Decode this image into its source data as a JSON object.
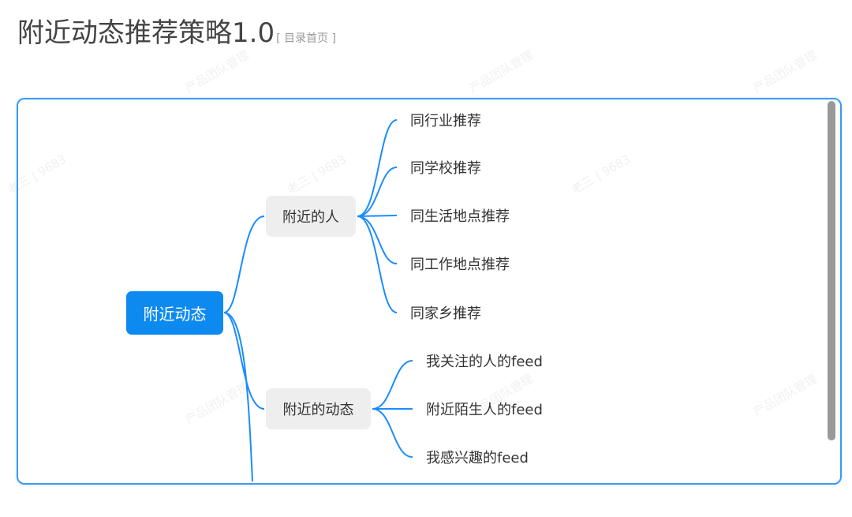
{
  "title": "附近动态推荐策略1.0",
  "toc_link": "[ 目录首页 ]",
  "watermarks": {
    "a": "产品团队管理",
    "b": "老三 | 9683"
  },
  "mindmap": {
    "root": "附近动态",
    "branches": [
      {
        "label": "附近的人",
        "children": [
          "同行业推荐",
          "同学校推荐",
          "同生活地点推荐",
          "同工作地点推荐",
          "同家乡推荐"
        ]
      },
      {
        "label": "附近的动态",
        "children": [
          "我关注的人的feed",
          "附近陌生人的feed",
          "我感兴趣的feed"
        ]
      }
    ]
  },
  "colors": {
    "accent": "#0d8af0",
    "line": "#1a8cff"
  }
}
